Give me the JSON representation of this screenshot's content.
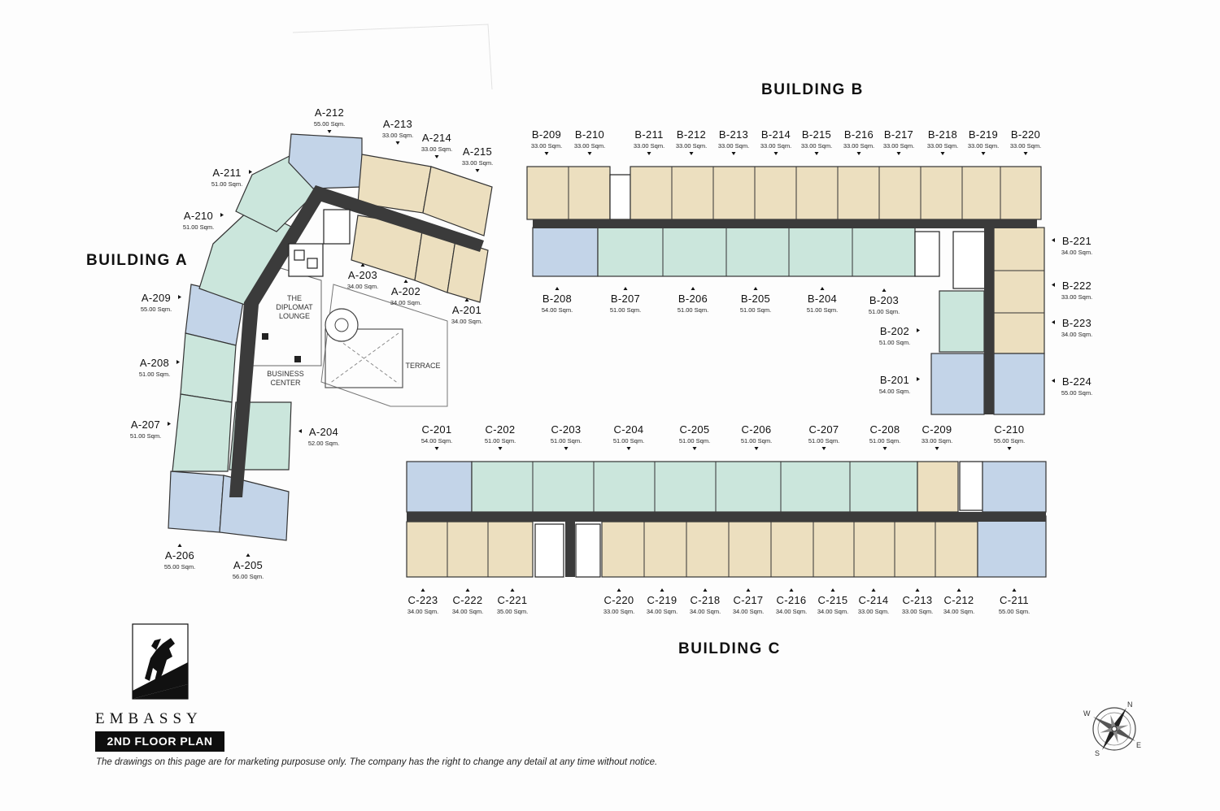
{
  "brand": {
    "name": "EMBASSY",
    "floor": "2ND FLOOR PLAN",
    "logo_icon": "lion-logo-icon"
  },
  "disclaimer": "The drawings on this page are for marketing purposuse only. The company has the right to change any detail at any time without notice.",
  "buildings": {
    "a": "BUILDING A",
    "b": "BUILDING B",
    "c": "BUILDING C"
  },
  "amenities": {
    "lounge": [
      "THE",
      "DIPLOMAT",
      "LOUNGE"
    ],
    "business": [
      "BUSINESS",
      "CENTER"
    ],
    "terrace": "TERRACE"
  },
  "compass": {
    "icon": "compass-rose-icon",
    "n": "N",
    "e": "E",
    "s": "S",
    "w": "W"
  },
  "colors": {
    "unit_55": "#c3d4e8",
    "unit_51": "#cbe6dc",
    "unit_33": "#ecdfbf",
    "corridor": "#3b3b3b"
  },
  "units": {
    "A-201": {
      "label": "A-201",
      "area": "34.00 Sqm."
    },
    "A-202": {
      "label": "A-202",
      "area": "34.00 Sqm."
    },
    "A-203": {
      "label": "A-203",
      "area": "34.00 Sqm."
    },
    "A-204": {
      "label": "A-204",
      "area": "52.00 Sqm."
    },
    "A-205": {
      "label": "A-205",
      "area": "56.00 Sqm."
    },
    "A-206": {
      "label": "A-206",
      "area": "55.00 Sqm."
    },
    "A-207": {
      "label": "A-207",
      "area": "51.00 Sqm."
    },
    "A-208": {
      "label": "A-208",
      "area": "51.00 Sqm."
    },
    "A-209": {
      "label": "A-209",
      "area": "55.00 Sqm."
    },
    "A-210": {
      "label": "A-210",
      "area": "51.00 Sqm."
    },
    "A-211": {
      "label": "A-211",
      "area": "51.00 Sqm."
    },
    "A-212": {
      "label": "A-212",
      "area": "55.00 Sqm."
    },
    "A-213": {
      "label": "A-213",
      "area": "33.00 Sqm."
    },
    "A-214": {
      "label": "A-214",
      "area": "33.00 Sqm."
    },
    "A-215": {
      "label": "A-215",
      "area": "33.00 Sqm."
    },
    "B-201": {
      "label": "B-201",
      "area": "54.00 Sqm."
    },
    "B-202": {
      "label": "B-202",
      "area": "51.00 Sqm."
    },
    "B-203": {
      "label": "B-203",
      "area": "51.00 Sqm."
    },
    "B-204": {
      "label": "B-204",
      "area": "51.00 Sqm."
    },
    "B-205": {
      "label": "B-205",
      "area": "51.00 Sqm."
    },
    "B-206": {
      "label": "B-206",
      "area": "51.00 Sqm."
    },
    "B-207": {
      "label": "B-207",
      "area": "51.00 Sqm."
    },
    "B-208": {
      "label": "B-208",
      "area": "54.00 Sqm."
    },
    "B-209": {
      "label": "B-209",
      "area": "33.00 Sqm."
    },
    "B-210": {
      "label": "B-210",
      "area": "33.00 Sqm."
    },
    "B-211": {
      "label": "B-211",
      "area": "33.00 Sqm."
    },
    "B-212": {
      "label": "B-212",
      "area": "33.00 Sqm."
    },
    "B-213": {
      "label": "B-213",
      "area": "33.00 Sqm."
    },
    "B-214": {
      "label": "B-214",
      "area": "33.00 Sqm."
    },
    "B-215": {
      "label": "B-215",
      "area": "33.00 Sqm."
    },
    "B-216": {
      "label": "B-216",
      "area": "33.00 Sqm."
    },
    "B-217": {
      "label": "B-217",
      "area": "33.00 Sqm."
    },
    "B-218": {
      "label": "B-218",
      "area": "33.00 Sqm."
    },
    "B-219": {
      "label": "B-219",
      "area": "33.00 Sqm."
    },
    "B-220": {
      "label": "B-220",
      "area": "33.00 Sqm."
    },
    "B-221": {
      "label": "B-221",
      "area": "34.00 Sqm."
    },
    "B-222": {
      "label": "B-222",
      "area": "33.00 Sqm."
    },
    "B-223": {
      "label": "B-223",
      "area": "34.00 Sqm."
    },
    "B-224": {
      "label": "B-224",
      "area": "55.00 Sqm."
    },
    "C-201": {
      "label": "C-201",
      "area": "54.00 Sqm."
    },
    "C-202": {
      "label": "C-202",
      "area": "51.00 Sqm."
    },
    "C-203": {
      "label": "C-203",
      "area": "51.00 Sqm."
    },
    "C-204": {
      "label": "C-204",
      "area": "51.00 Sqm."
    },
    "C-205": {
      "label": "C-205",
      "area": "51.00 Sqm."
    },
    "C-206": {
      "label": "C-206",
      "area": "51.00 Sqm."
    },
    "C-207": {
      "label": "C-207",
      "area": "51.00 Sqm."
    },
    "C-208": {
      "label": "C-208",
      "area": "51.00 Sqm."
    },
    "C-209": {
      "label": "C-209",
      "area": "33.00 Sqm."
    },
    "C-210": {
      "label": "C-210",
      "area": "55.00 Sqm."
    },
    "C-211": {
      "label": "C-211",
      "area": "55.00 Sqm."
    },
    "C-212": {
      "label": "C-212",
      "area": "34.00 Sqm."
    },
    "C-213": {
      "label": "C-213",
      "area": "33.00 Sqm."
    },
    "C-214": {
      "label": "C-214",
      "area": "33.00 Sqm."
    },
    "C-215": {
      "label": "C-215",
      "area": "34.00 Sqm."
    },
    "C-216": {
      "label": "C-216",
      "area": "34.00 Sqm."
    },
    "C-217": {
      "label": "C-217",
      "area": "34.00 Sqm."
    },
    "C-218": {
      "label": "C-218",
      "area": "34.00 Sqm."
    },
    "C-219": {
      "label": "C-219",
      "area": "34.00 Sqm."
    },
    "C-220": {
      "label": "C-220",
      "area": "33.00 Sqm."
    },
    "C-221": {
      "label": "C-221",
      "area": "35.00 Sqm."
    },
    "C-222": {
      "label": "C-222",
      "area": "34.00 Sqm."
    },
    "C-223": {
      "label": "C-223",
      "area": "34.00 Sqm."
    }
  }
}
